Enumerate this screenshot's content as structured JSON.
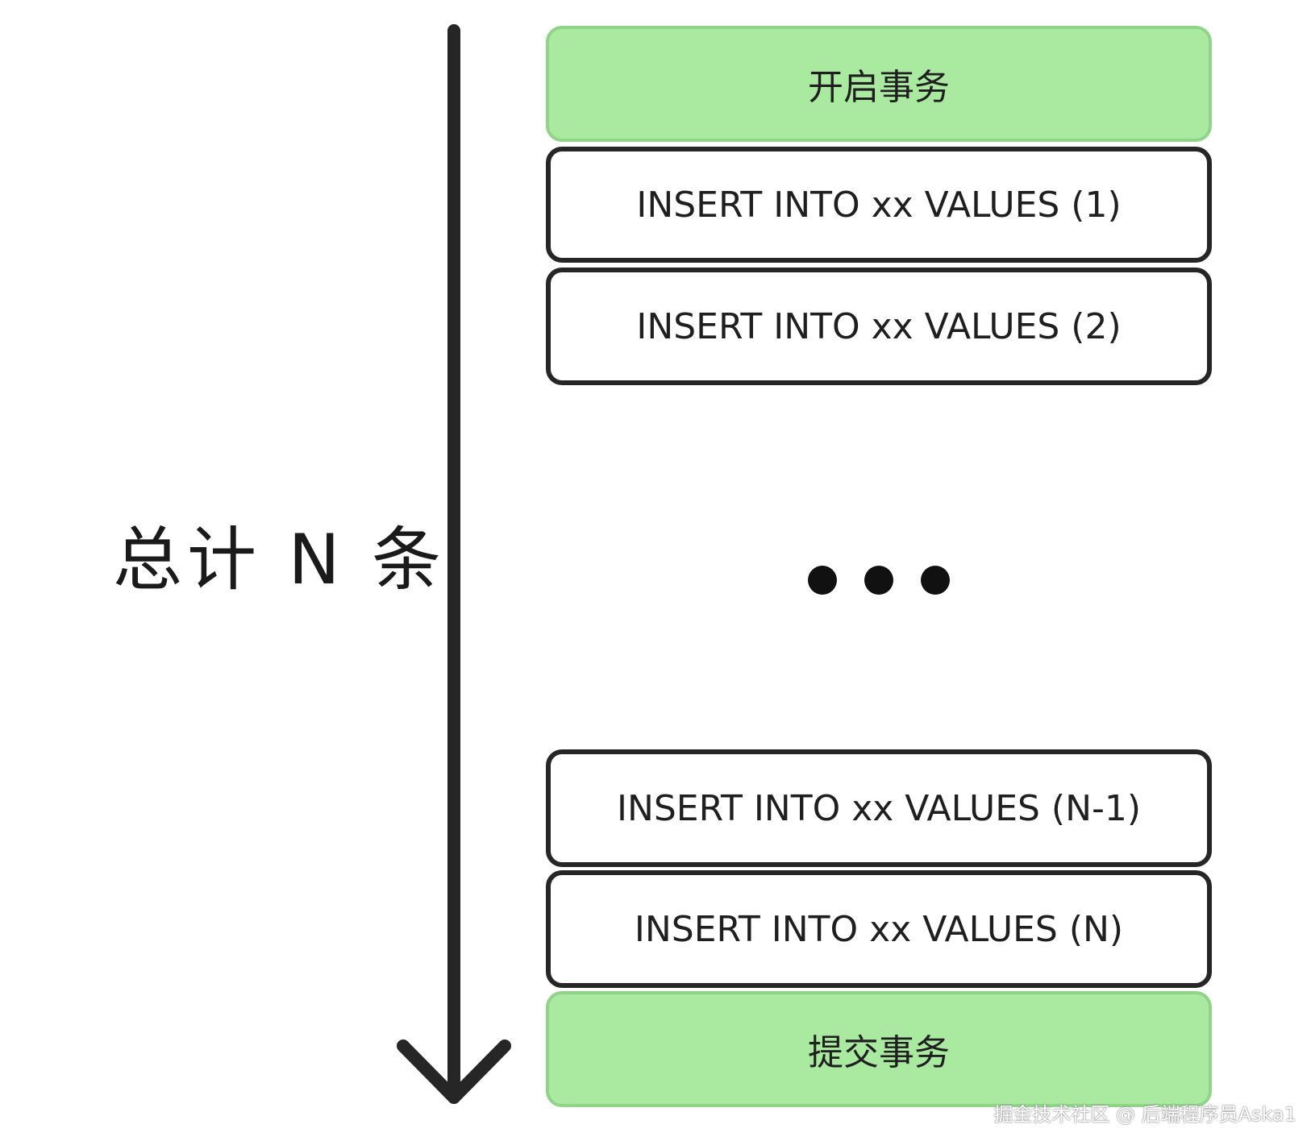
{
  "total_label": "总计 N 条",
  "steps": {
    "begin": "开启事务",
    "insert_1": "INSERT INTO xx VALUES (1)",
    "insert_2": "INSERT INTO xx VALUES (2)",
    "insert_n_minus_1": "INSERT INTO xx VALUES (N-1)",
    "insert_n": "INSERT INTO xx VALUES (N)",
    "commit": "提交事务"
  },
  "watermark": "掘金技术社区 @ 后端程序员Aska1",
  "colors": {
    "transaction_box": "#a9e9a0",
    "statement_box": "#ffffff",
    "stroke": "#262626"
  },
  "icons": {
    "flow_arrow": "down-arrow-icon",
    "ellipsis": "ellipsis-icon"
  }
}
